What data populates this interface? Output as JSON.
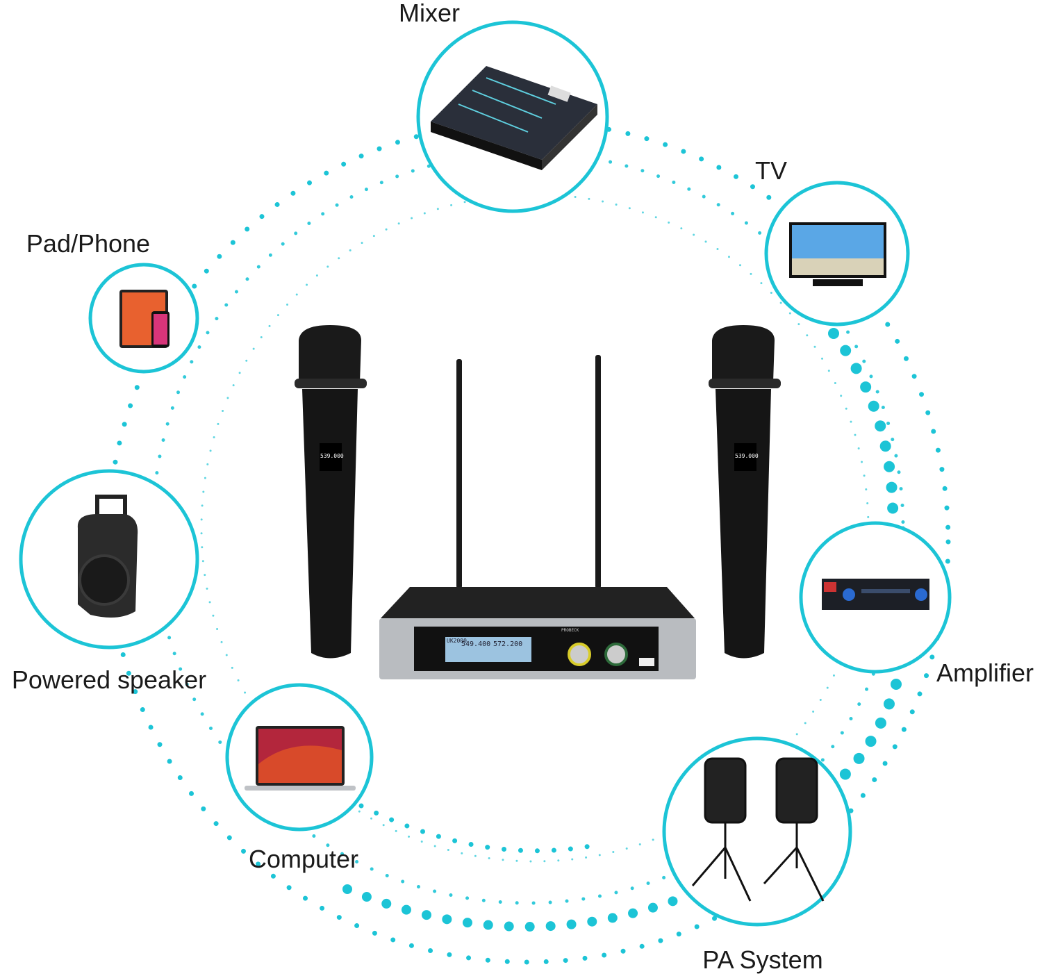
{
  "colors": {
    "accent": "#1cc4d6",
    "device": "#111111",
    "chrome": "#b9bcc0"
  },
  "devices": [
    {
      "id": "mixer",
      "label": "Mixer",
      "icon": "mixer-icon"
    },
    {
      "id": "tv",
      "label": "TV",
      "icon": "tv-icon"
    },
    {
      "id": "pad-phone",
      "label": "Pad/Phone",
      "icon": "tablet-phone-icon"
    },
    {
      "id": "powered-speaker",
      "label": "Powered speaker",
      "icon": "speaker-icon"
    },
    {
      "id": "amplifier",
      "label": "Amplifier",
      "icon": "amplifier-icon"
    },
    {
      "id": "computer",
      "label": "Computer",
      "icon": "laptop-icon"
    },
    {
      "id": "pa-system",
      "label": "PA System",
      "icon": "pa-speakers-icon"
    }
  ],
  "receiver": {
    "model": "UK2000",
    "brand": "PROBECK",
    "channel_a": "549.400",
    "channel_b": "572.200"
  },
  "microphones": [
    {
      "display": "539.000"
    },
    {
      "display": "539.000"
    }
  ]
}
